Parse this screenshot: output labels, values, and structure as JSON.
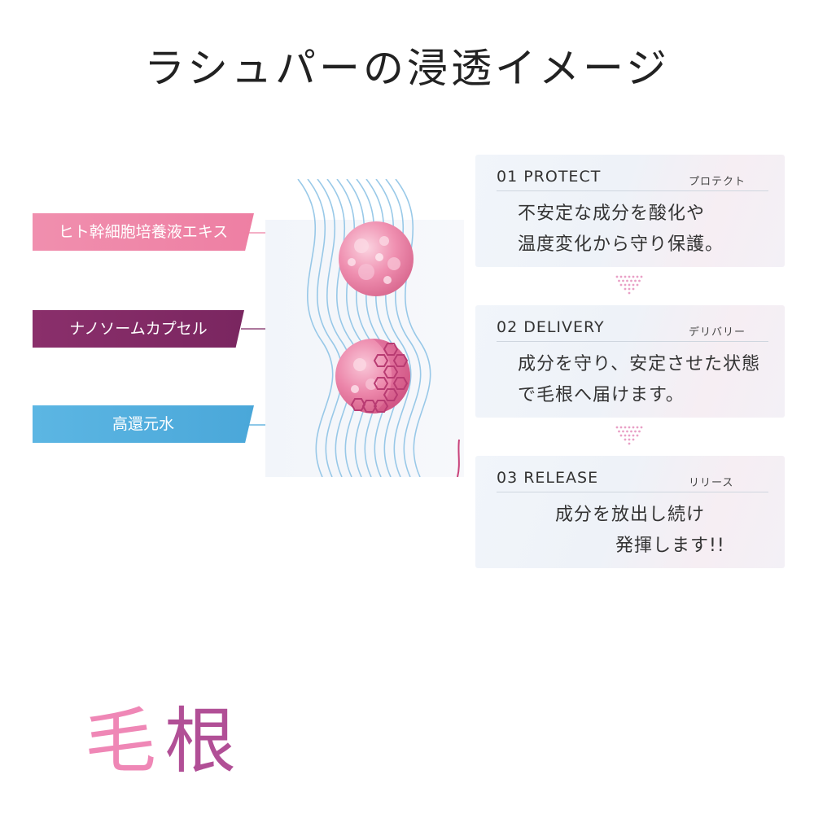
{
  "title": "ラシュパーの浸透イメージ",
  "labels": [
    {
      "text": "ヒト幹細胞培養液エキス",
      "color": "#ee7fa3"
    },
    {
      "text": "ナノソームカプセル",
      "color": "#7a2660"
    },
    {
      "text": "高還元水",
      "color": "#4aa7d9"
    }
  ],
  "steps": [
    {
      "title": "01 PROTECT",
      "kana": "プロテクト",
      "lines": [
        "不安定な成分を酸化や",
        "温度変化から守り保護。"
      ]
    },
    {
      "title": "02 DELIVERY",
      "kana": "デリバリー",
      "lines": [
        "成分を守り、安定させた状態",
        "で毛根へ届けます。"
      ]
    },
    {
      "title": "03 RELEASE",
      "kana": "リリース",
      "lines": [
        "成分を放出し続け",
        "発揮します!!"
      ]
    }
  ],
  "hair_root": {
    "char1": "毛",
    "char2": "根"
  },
  "colors": {
    "pink": "#ee7fa3",
    "purple": "#7a2660",
    "blue": "#4aa7d9",
    "arrow": "#e9a0c6"
  }
}
